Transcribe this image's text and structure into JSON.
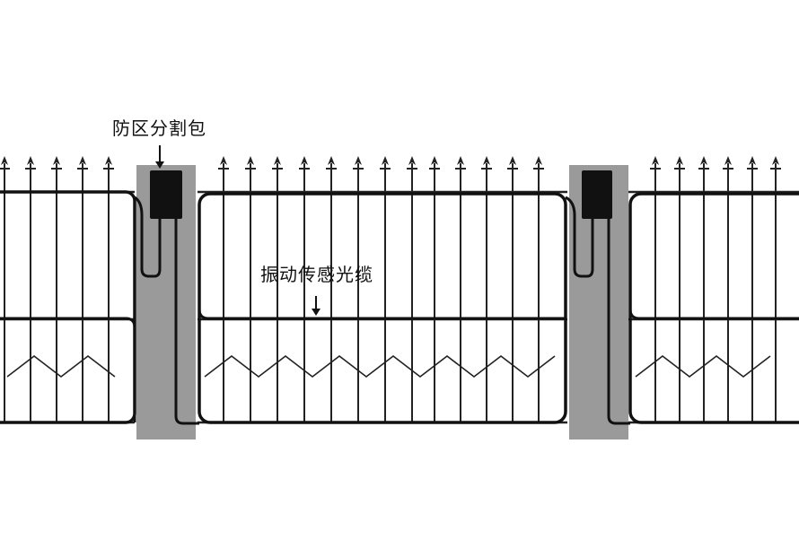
{
  "labels": {
    "zone_splitter": "防区分割包",
    "vibration_cable": "振动传感光缆"
  },
  "colors": {
    "background": "#ffffff",
    "post": "#9a9a9a",
    "fence_line": "#222222",
    "cable": "#111111",
    "splitter_box": "#111111"
  },
  "components": {
    "posts": 2,
    "splitter_boxes": 2,
    "fence_panels": 3
  }
}
